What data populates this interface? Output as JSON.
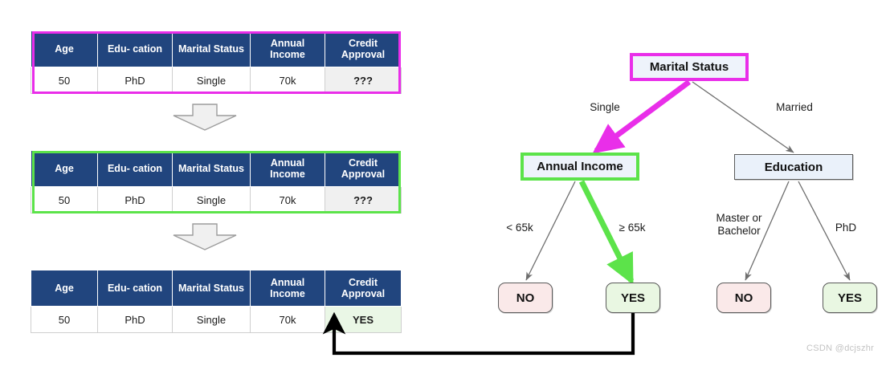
{
  "tables": {
    "columns": [
      "Age",
      "Edu-\ncation",
      "Marital\nStatus",
      "Annual\nIncome",
      "Credit\nApproval"
    ],
    "instances": [
      {
        "name": "table-step-1",
        "values": [
          "50",
          "PhD",
          "Single",
          "70k",
          "???"
        ],
        "highlight_index": 2,
        "highlight_color": "#e92ee9",
        "result_state": "unknown"
      },
      {
        "name": "table-step-2",
        "values": [
          "50",
          "PhD",
          "Single",
          "70k",
          "???"
        ],
        "highlight_index": 3,
        "highlight_color": "#5ce34a",
        "result_state": "unknown"
      },
      {
        "name": "table-step-3",
        "values": [
          "50",
          "PhD",
          "Single",
          "70k",
          "YES"
        ],
        "highlight_index": -1,
        "highlight_color": "",
        "result_state": "answered"
      }
    ]
  },
  "tree": {
    "root": {
      "label": "Marital Status",
      "border_color": "#e92ee9"
    },
    "internal": [
      {
        "label": "Annual Income",
        "border_color": "#5ce34a"
      },
      {
        "label": "Education",
        "border_color": "#5a5a5a"
      }
    ],
    "edge_labels": {
      "root_left": "Single",
      "root_right": "Married",
      "income_left": "< 65k",
      "income_right": "≥ 65k",
      "education_left": "Master or\nBachelor",
      "education_right": "PhD"
    },
    "leaves": [
      {
        "label": "NO",
        "kind": "no",
        "parent": "Annual Income"
      },
      {
        "label": "YES",
        "kind": "yes",
        "parent": "Annual Income"
      },
      {
        "label": "NO",
        "kind": "no",
        "parent": "Education"
      },
      {
        "label": "YES",
        "kind": "yes",
        "parent": "Education"
      }
    ]
  },
  "colors": {
    "header_blue": "#21457e",
    "highlight_magenta": "#e92ee9",
    "highlight_green": "#5ce34a",
    "leaf_no_fill": "#fae9e9",
    "leaf_yes_fill": "#e9f7e2",
    "node_fill": "#eaf1fa",
    "edge_gray": "#6e6e6e"
  },
  "watermark": "CSDN @dcjszhr"
}
